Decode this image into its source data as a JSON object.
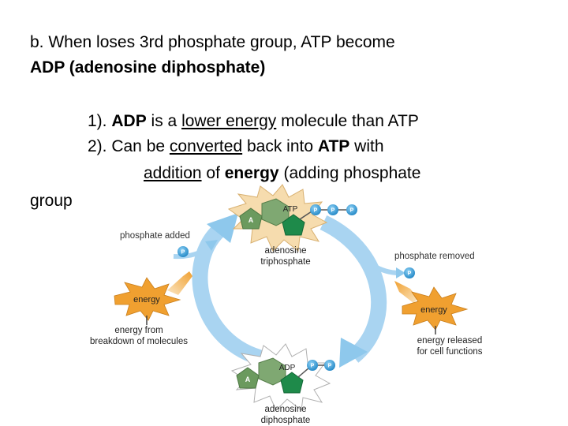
{
  "text": {
    "line1": "b. When loses 3rd phosphate group, ATP become",
    "line2": "ADP (adenosine diphosphate)",
    "item1_num": "1).",
    "item1_bold": "ADP",
    "item1_mid": " is a ",
    "item1_u": "lower energy",
    "item1_end": " molecule than ATP",
    "item2_start": "2). Can be ",
    "item2_u": "converted",
    "item2_mid": " back into ",
    "item2_bold": "ATP",
    "item2_end": " with",
    "item3_u": "addition",
    "item3_mid": " of ",
    "item3_bold": "energy",
    "item3_end": " (adding phosphate",
    "line_last": "group"
  },
  "diagram": {
    "atp_label": "ATP",
    "adp_label": "ADP",
    "adenine_label": "A",
    "phosphate_label": "P",
    "atp_name_1": "adenosine",
    "atp_name_2": "triphosphate",
    "adp_name_1": "adenosine",
    "adp_name_2": "diphosphate",
    "phosphate_added": "phosphate added",
    "phosphate_removed": "phosphate removed",
    "energy_label": "energy",
    "energy_from_1": "energy from",
    "energy_from_2": "breakdown of molecules",
    "energy_released_1": "energy released",
    "energy_released_2": "for cell functions"
  },
  "colors": {
    "cycle_arrow": "#8ec8ec",
    "atp_star": "#f3d9a8",
    "energy_star": "#f0a030",
    "adenine": "#6b9a5e",
    "ribose": "#1e8a4a",
    "phosphate": "#3aa0d8"
  }
}
